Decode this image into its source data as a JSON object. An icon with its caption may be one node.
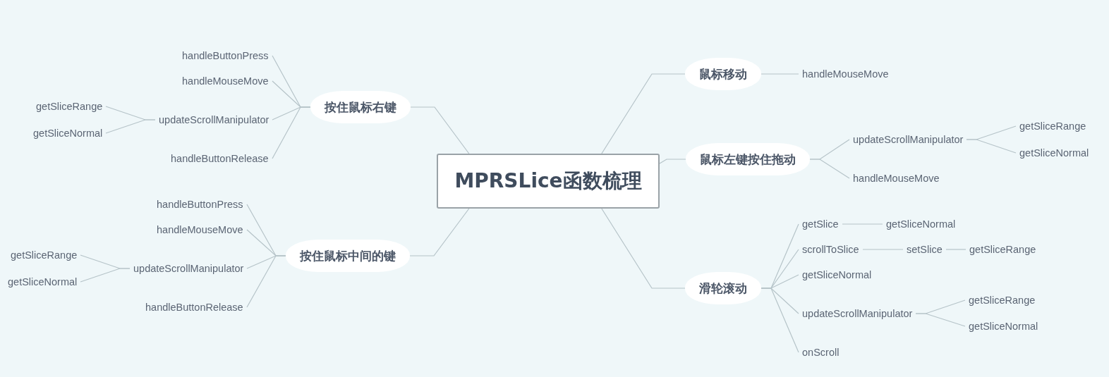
{
  "diagram": {
    "nodes": [
      {
        "text": [
          "MPRSLice函数梳理"
        ]
      },
      {
        "text": [
          "鼠标移动"
        ]
      },
      {
        "text": [
          "handleMouseMove"
        ]
      },
      {
        "text": [
          "鼠标左键按住拖动"
        ]
      },
      {
        "text": [
          "updateScrollManipulator"
        ]
      },
      {
        "text": [
          "getSliceRange"
        ]
      },
      {
        "text": [
          "getSliceNormal"
        ]
      },
      {
        "text": [
          "handleMouseMove"
        ]
      },
      {
        "text": [
          "滑轮滚动"
        ]
      },
      {
        "text": [
          "getSlice"
        ]
      },
      {
        "text": [
          "getSliceNormal"
        ]
      },
      {
        "text": [
          "scrollToSlice"
        ]
      },
      {
        "text": [
          "setSlice"
        ]
      },
      {
        "text": [
          "getSliceRange"
        ]
      },
      {
        "text": [
          "getSliceNormal"
        ]
      },
      {
        "text": [
          "updateScrollManipulator"
        ]
      },
      {
        "text": [
          "getSliceRange"
        ]
      },
      {
        "text": [
          "getSliceNormal"
        ]
      },
      {
        "text": [
          "onScroll"
        ]
      },
      {
        "text": [
          "按住鼠标右键"
        ]
      },
      {
        "text": [
          "handleButtonPress"
        ]
      },
      {
        "text": [
          "handleMouseMove"
        ]
      },
      {
        "text": [
          "updateScrollManipulator"
        ]
      },
      {
        "text": [
          "getSliceRange"
        ]
      },
      {
        "text": [
          "getSliceNormal"
        ]
      },
      {
        "text": [
          "handleButtonRelease"
        ]
      },
      {
        "text": [
          "按住鼠标中间的键"
        ]
      },
      {
        "text": [
          "handleButtonPress"
        ]
      },
      {
        "text": [
          "handleMouseMove"
        ]
      },
      {
        "text": [
          "updateScrollManipulator"
        ]
      },
      {
        "text": [
          "getSliceRange"
        ]
      },
      {
        "text": [
          "getSliceNormal"
        ]
      },
      {
        "text": [
          "handleButtonRelease"
        ]
      }
    ],
    "edges": [
      {
        "from": 0,
        "to": 1,
        "arrow": "none"
      },
      {
        "from": 1,
        "to": 2,
        "arrow": "none"
      },
      {
        "from": 0,
        "to": 3,
        "arrow": "none"
      },
      {
        "from": 3,
        "to": 4,
        "arrow": "none"
      },
      {
        "from": 4,
        "to": 5,
        "arrow": "none"
      },
      {
        "from": 4,
        "to": 6,
        "arrow": "none"
      },
      {
        "from": 3,
        "to": 7,
        "arrow": "none"
      },
      {
        "from": 0,
        "to": 8,
        "arrow": "none"
      },
      {
        "from": 8,
        "to": 9,
        "arrow": "none"
      },
      {
        "from": 9,
        "to": 10,
        "arrow": "none"
      },
      {
        "from": 8,
        "to": 11,
        "arrow": "none"
      },
      {
        "from": 11,
        "to": 12,
        "arrow": "none"
      },
      {
        "from": 12,
        "to": 13,
        "arrow": "none"
      },
      {
        "from": 8,
        "to": 14,
        "arrow": "none"
      },
      {
        "from": 8,
        "to": 15,
        "arrow": "none"
      },
      {
        "from": 15,
        "to": 16,
        "arrow": "none"
      },
      {
        "from": 15,
        "to": 17,
        "arrow": "none"
      },
      {
        "from": 8,
        "to": 18,
        "arrow": "none"
      },
      {
        "from": 0,
        "to": 19,
        "arrow": "none"
      },
      {
        "from": 19,
        "to": 20,
        "arrow": "none"
      },
      {
        "from": 19,
        "to": 21,
        "arrow": "none"
      },
      {
        "from": 19,
        "to": 22,
        "arrow": "none"
      },
      {
        "from": 22,
        "to": 23,
        "arrow": "none"
      },
      {
        "from": 22,
        "to": 24,
        "arrow": "none"
      },
      {
        "from": 19,
        "to": 25,
        "arrow": "none"
      },
      {
        "from": 0,
        "to": 26,
        "arrow": "none"
      },
      {
        "from": 26,
        "to": 27,
        "arrow": "none"
      },
      {
        "from": 26,
        "to": 28,
        "arrow": "none"
      },
      {
        "from": 26,
        "to": 29,
        "arrow": "none"
      },
      {
        "from": 29,
        "to": 30,
        "arrow": "none"
      },
      {
        "from": 29,
        "to": 31,
        "arrow": "none"
      },
      {
        "from": 26,
        "to": 32,
        "arrow": "none"
      }
    ]
  }
}
